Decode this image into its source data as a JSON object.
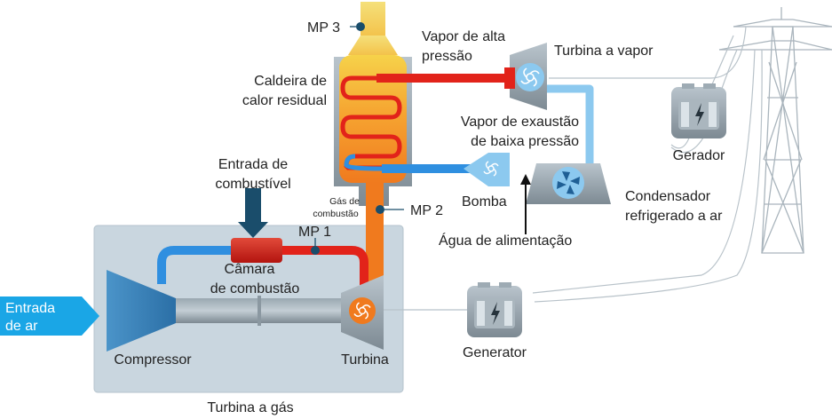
{
  "colors": {
    "hot_pipe": "#e2231a",
    "cold_pipe": "#2f8fe0",
    "light_pipe": "#8cc9ef",
    "exhaust_pipe": "#f07a1e",
    "gas_turbine_box": "#c9d6df",
    "air_inlet": "#1aa6e6",
    "equipment_gray": "#9eabb4"
  },
  "labels": {
    "mp3": "MP 3",
    "high_pressure_steam": [
      "Vapor de alta",
      "pressão"
    ],
    "steam_turbine": "Turbina a vapor",
    "hrsg": [
      "Caldeira de",
      "calor residual"
    ],
    "low_pressure_exhaust": [
      "Vapor de exaustão",
      "de baixa pressão"
    ],
    "generator_top": "Gerador",
    "fuel_inlet": [
      "Entrada de",
      "combustível"
    ],
    "flue_gas": [
      "Gás de",
      "combustão"
    ],
    "mp2": "MP 2",
    "pump": "Bomba",
    "condenser": [
      "Condensador",
      "refrigerado a ar"
    ],
    "mp1": "MP 1",
    "feedwater": "Água de alimentação",
    "combustion_chamber": [
      "Câmara",
      "de combustão"
    ],
    "air_inlet": [
      "Entrada",
      "de ar"
    ],
    "compressor": "Compressor",
    "turbine": "Turbina",
    "generator_bottom": "Generator",
    "gas_turbine": "Turbina a gás"
  },
  "icons": [
    "fan-icon",
    "lightning-bolt-icon",
    "power-pylon-icon"
  ]
}
